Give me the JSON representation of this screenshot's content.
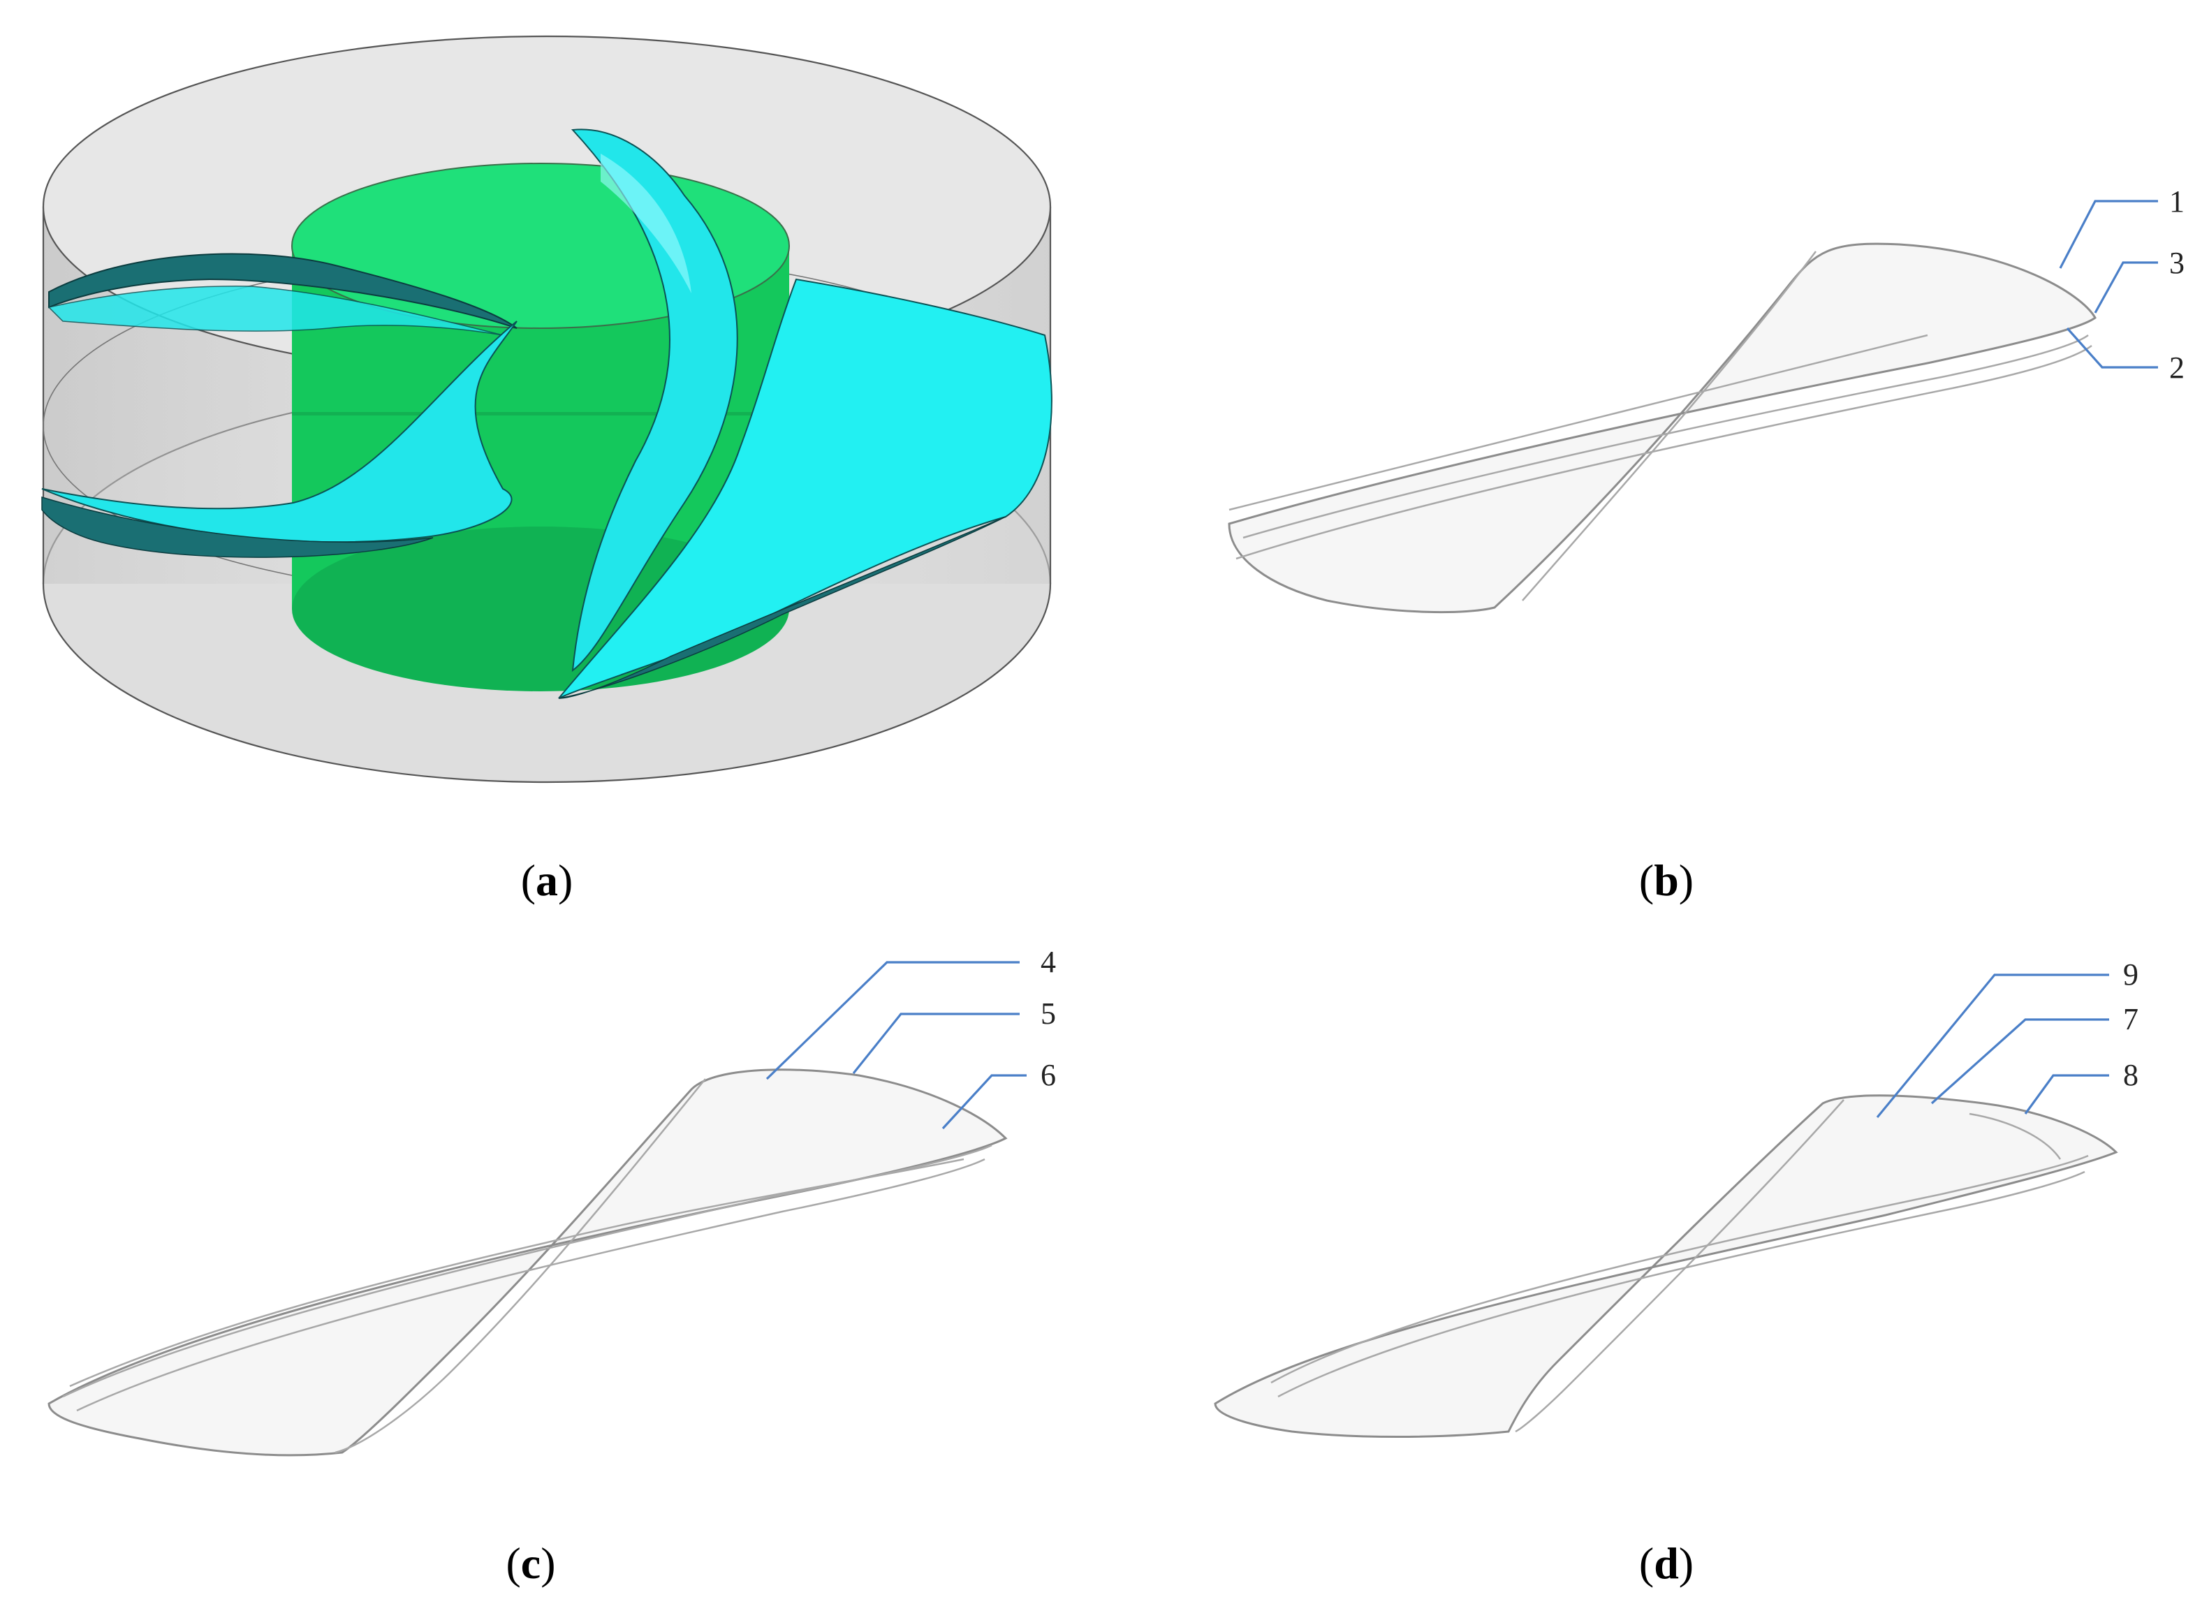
{
  "panels": {
    "a": {
      "caption_open": "(",
      "caption_letter": "a",
      "caption_close": ")"
    },
    "b": {
      "caption_open": "(",
      "caption_letter": "b",
      "caption_close": ")",
      "callouts": [
        "1",
        "3",
        "2"
      ]
    },
    "c": {
      "caption_open": "(",
      "caption_letter": "c",
      "caption_close": ")",
      "callouts": [
        "4",
        "5",
        "6"
      ]
    },
    "d": {
      "caption_open": "(",
      "caption_letter": "d",
      "caption_close": ")",
      "callouts": [
        "9",
        "7",
        "8"
      ]
    }
  },
  "colors": {
    "housing": "#d9d9d9",
    "hub": "#19d86a",
    "blades": "#19f2f2",
    "blade_dark": "#1a6f73",
    "leader_lines": "#4a7fc8",
    "blade_outline": "#8c8c8c"
  }
}
